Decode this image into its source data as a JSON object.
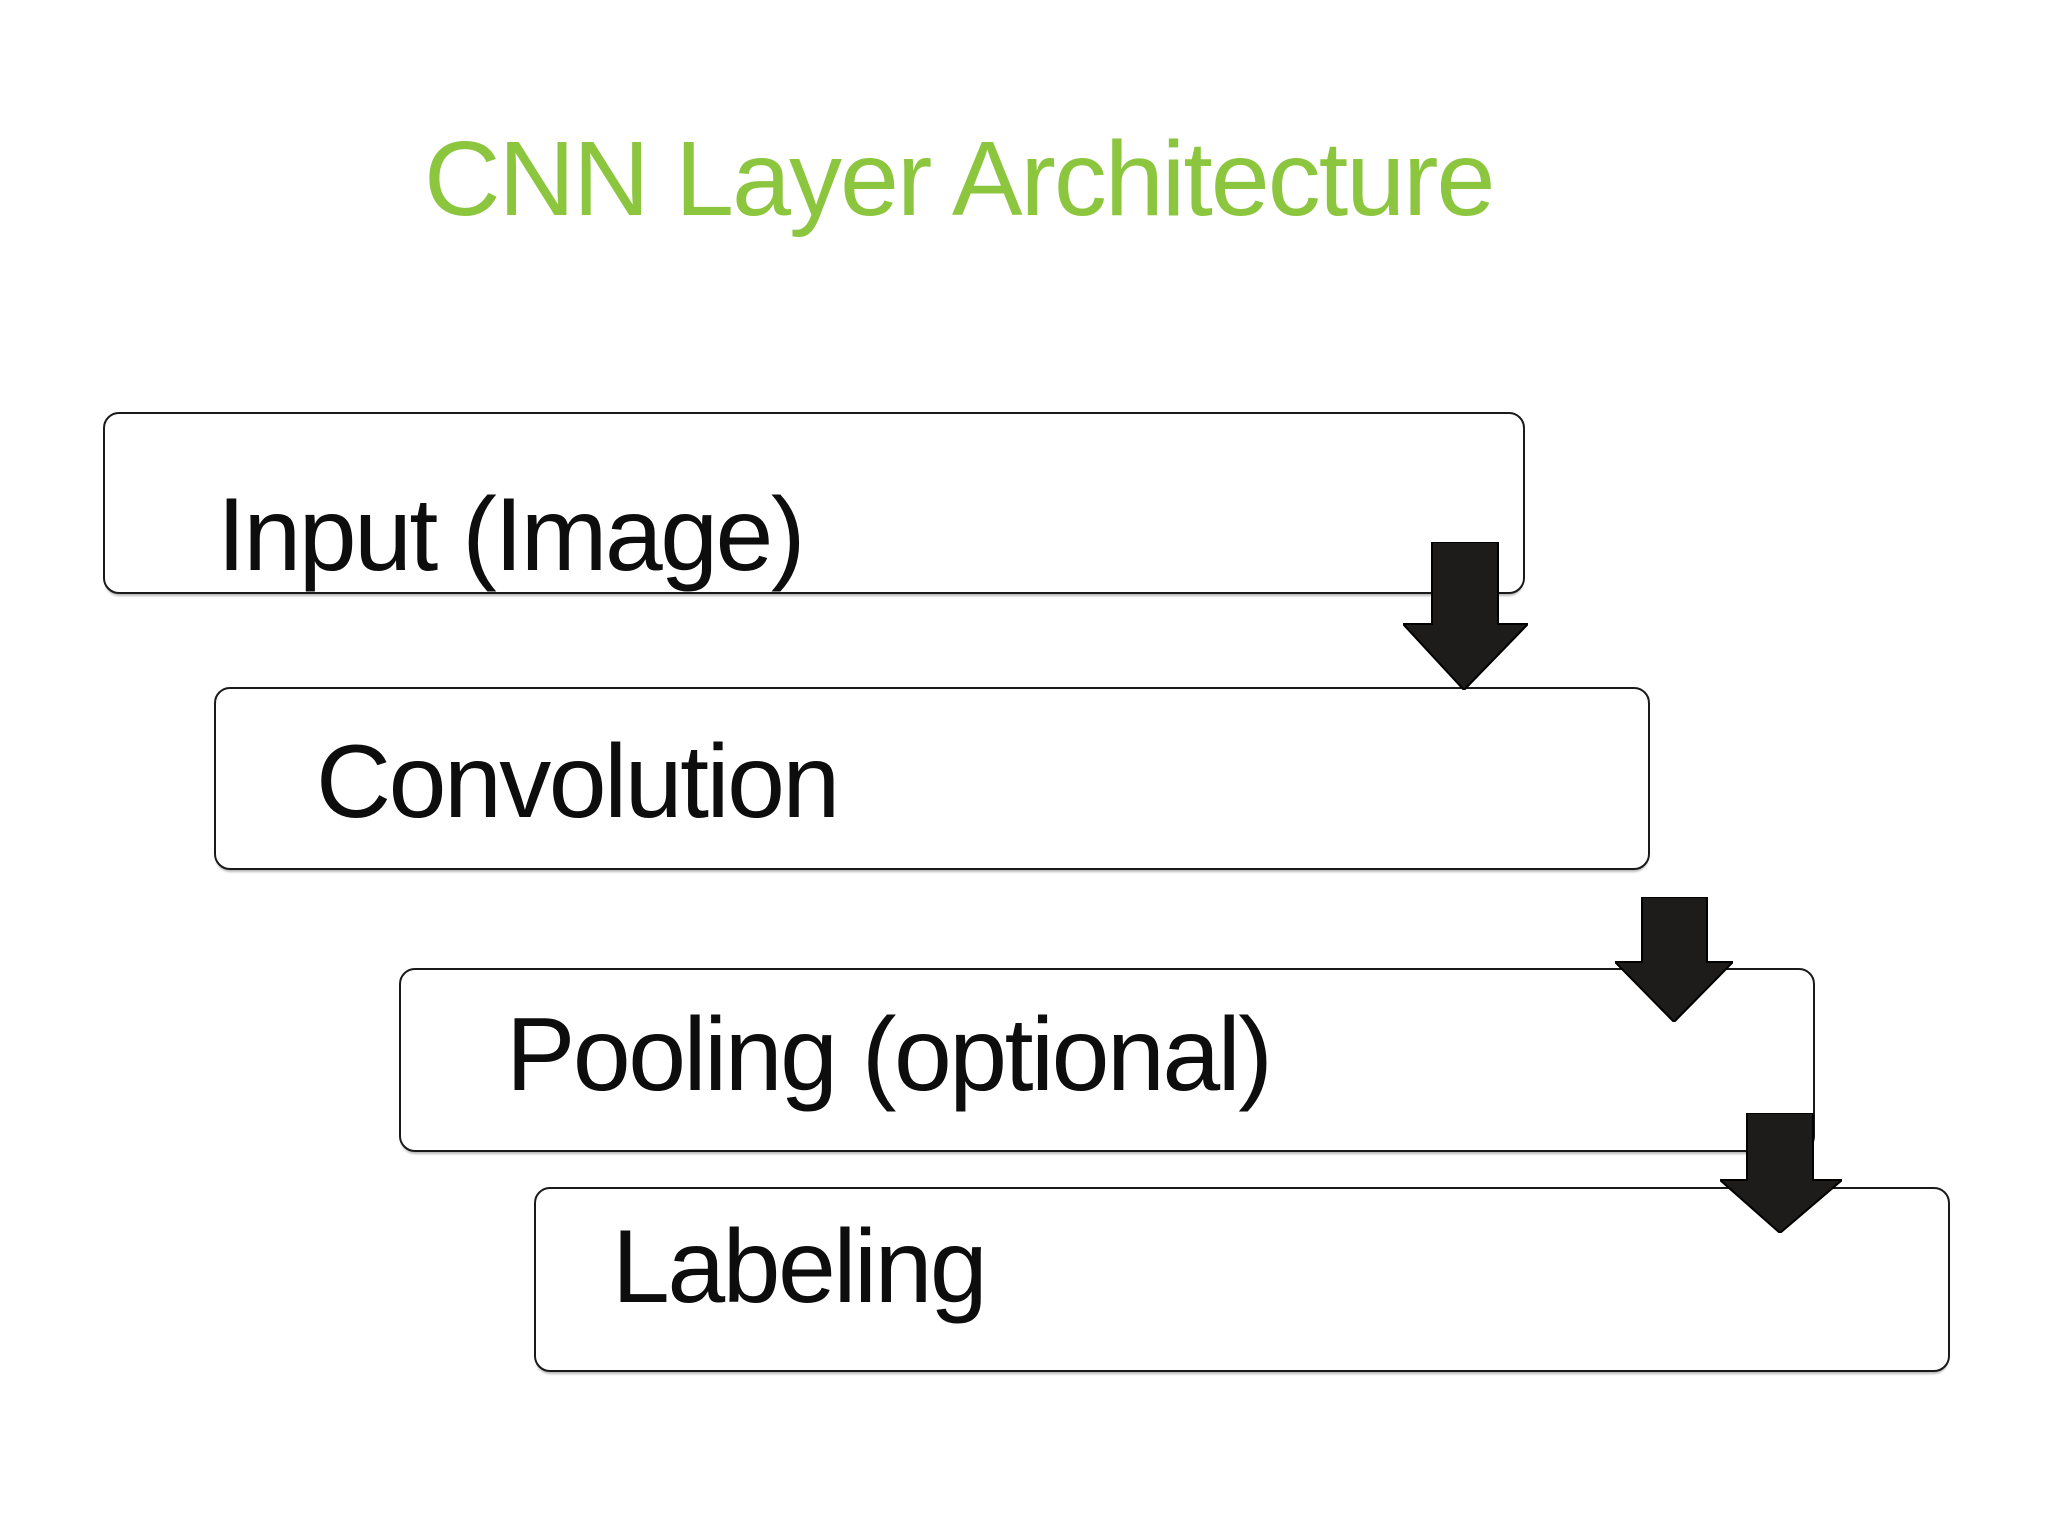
{
  "slide_title": {
    "text": "CNN Layer Architecture",
    "color": "#8cc63f"
  },
  "diagram": {
    "type": "flowchart",
    "direction": "top-to-bottom",
    "steps": [
      {
        "label": "Input (Image)"
      },
      {
        "label": "Convolution"
      },
      {
        "label": "Pooling (optional)"
      },
      {
        "label": "Labeling"
      }
    ],
    "connectors": [
      {
        "icon": "down-arrow-icon",
        "from": "Input (Image)",
        "to": "Convolution"
      },
      {
        "icon": "down-arrow-icon",
        "from": "Convolution",
        "to": "Pooling (optional)"
      },
      {
        "icon": "down-arrow-icon",
        "from": "Pooling (optional)",
        "to": "Labeling"
      }
    ]
  },
  "colors": {
    "title": "#8cc63f",
    "box_border": "#1a1a1a",
    "box_fill": "#ffffff",
    "arrow_fill": "#1d1c1b",
    "text": "#0d0d0d",
    "background": "#ffffff"
  }
}
